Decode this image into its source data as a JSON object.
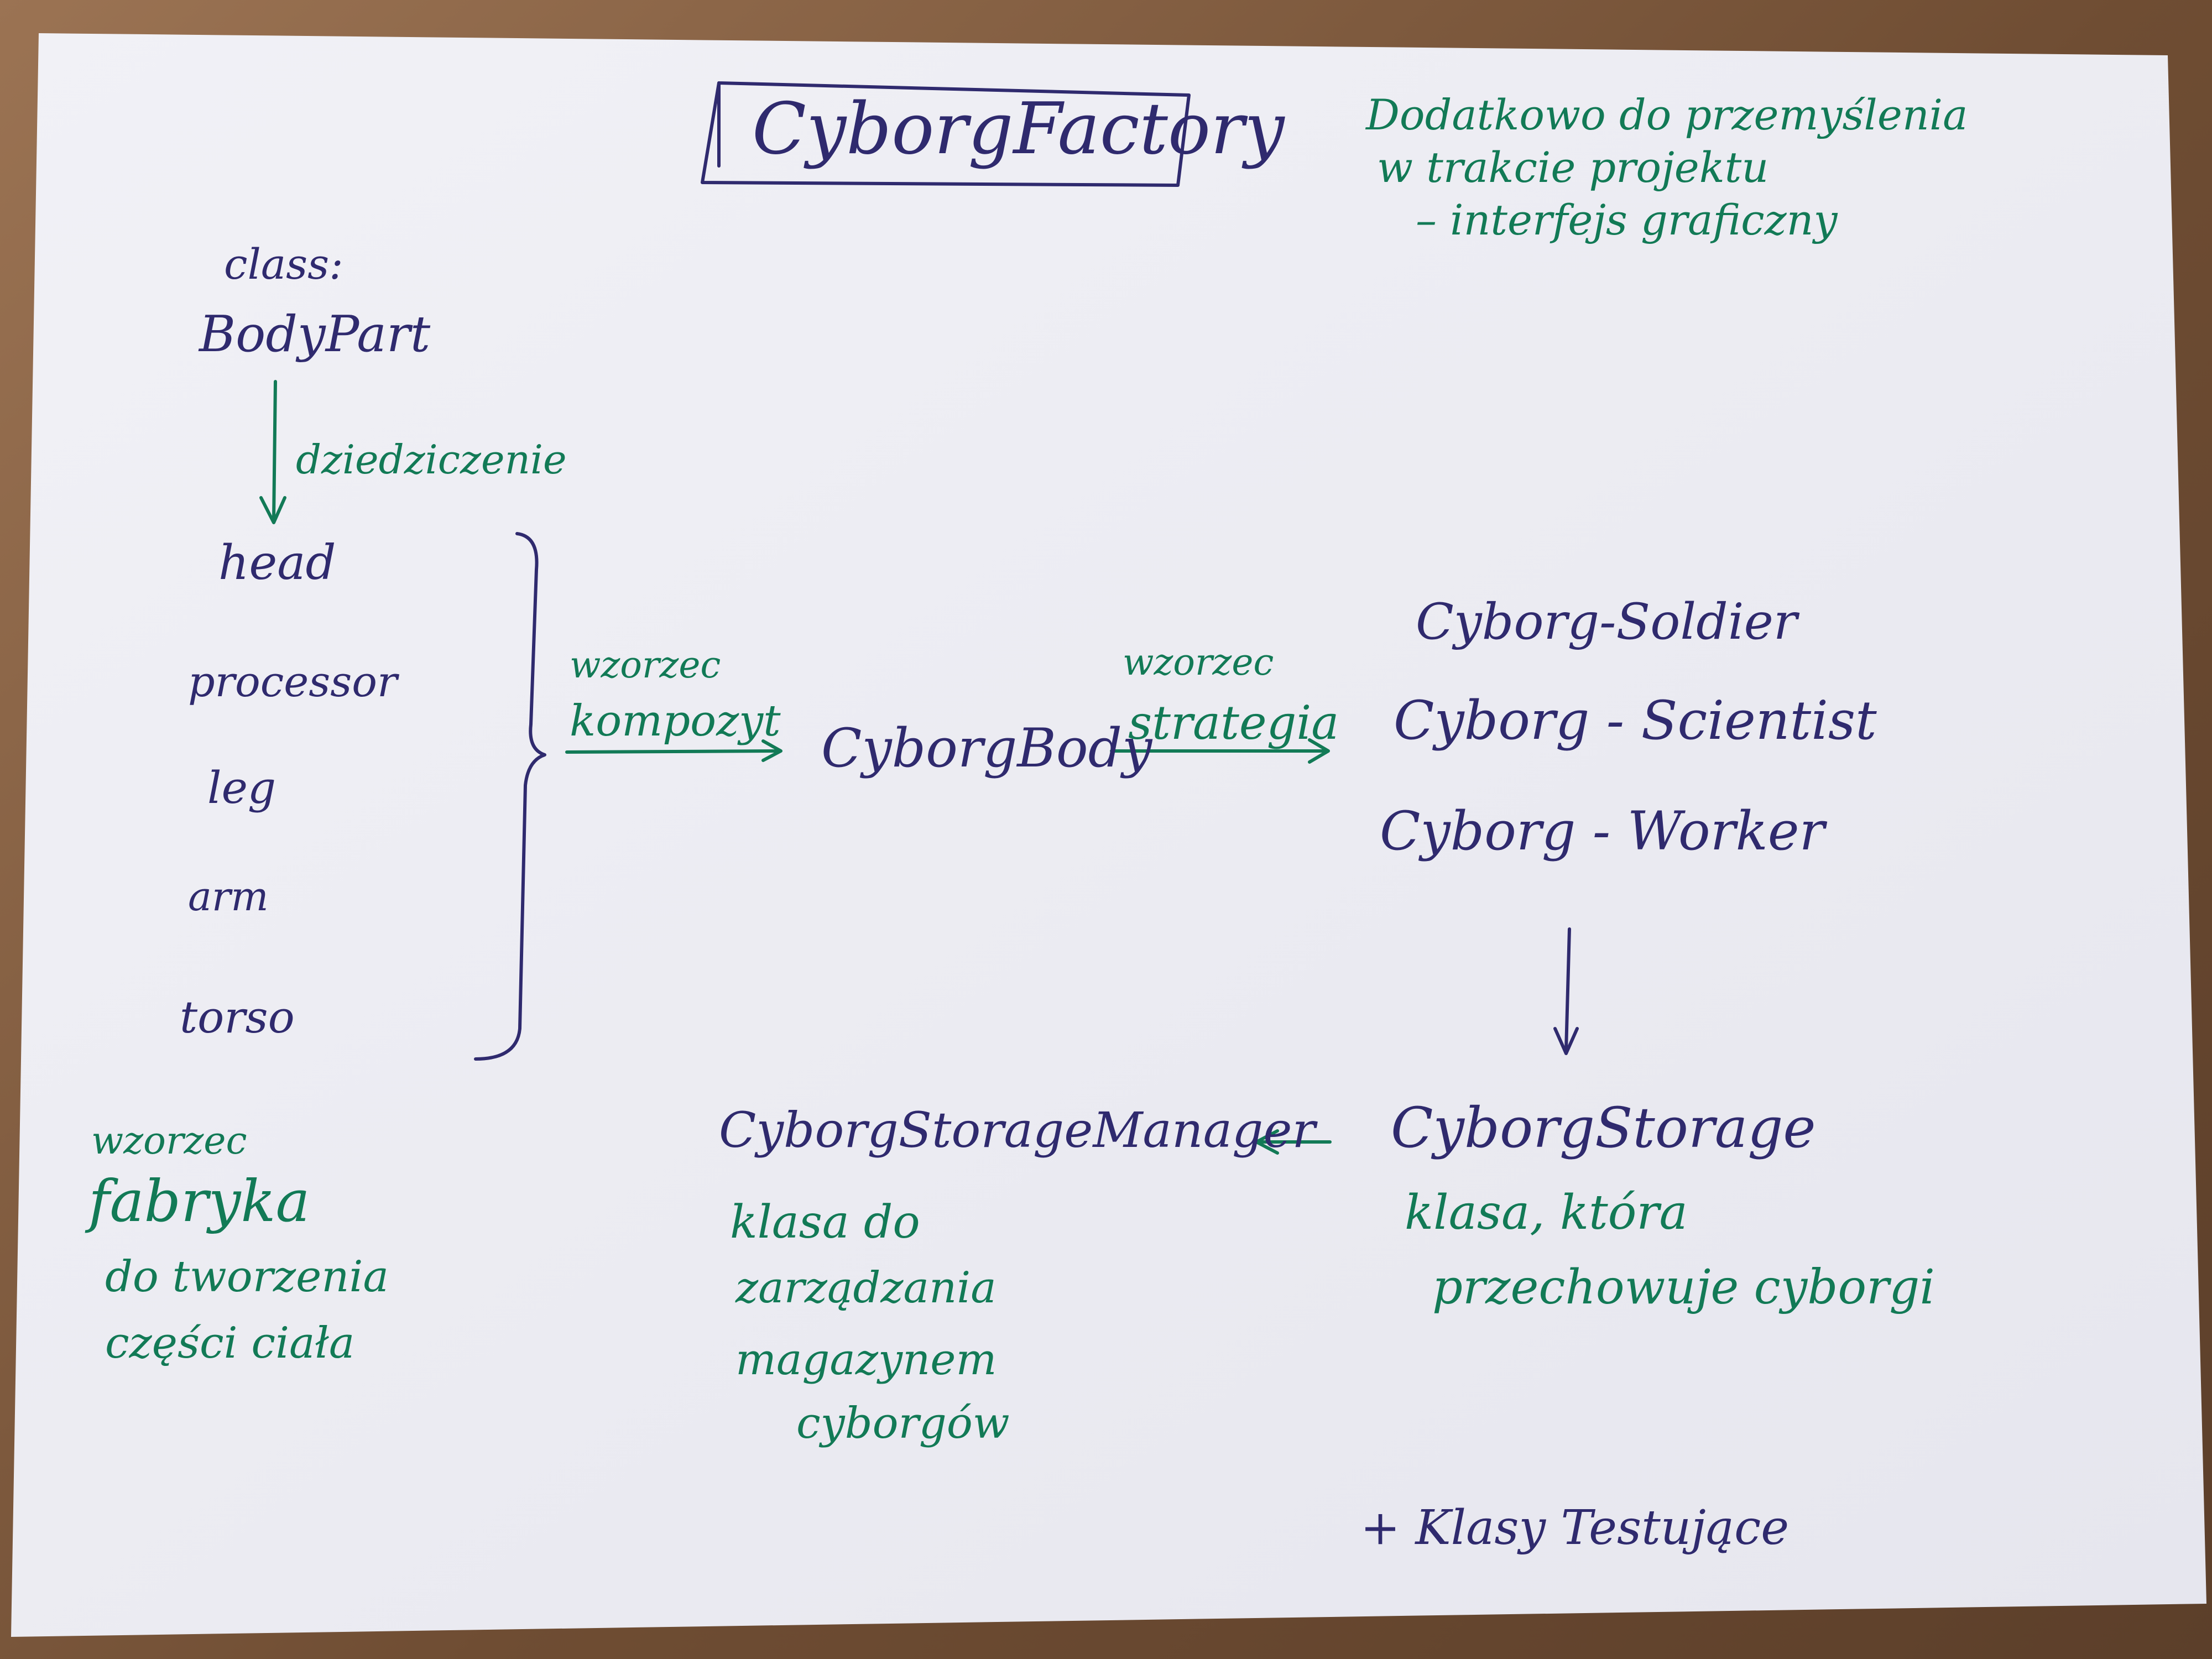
{
  "title": "CyborgFactory",
  "note": {
    "line1": "Dodatkowo do przemyślenia",
    "line2": "w trakcie projektu",
    "line3": "– interfejs graficzny"
  },
  "class_label": "class:",
  "base_class": "BodyPart",
  "inheritance_label": "dziedziczenie",
  "parts": [
    "head",
    "processor",
    "leg",
    "arm",
    "torso"
  ],
  "pattern_composite": {
    "line1": "wzorzec",
    "line2": "kompozyt"
  },
  "cyborg_body": "CyborgBody",
  "pattern_strategy": {
    "line1": "wzorzec",
    "line2": "strategia"
  },
  "cyborg_types": [
    "Cyborg-Soldier",
    "Cyborg - Scientist",
    "Cyborg - Worker"
  ],
  "factory_note": {
    "line1": "wzorzec",
    "line2": "fabryka",
    "line3": "do tworzenia",
    "line4": "części ciała"
  },
  "storage_manager": {
    "name": "CyborgStorageManager",
    "desc1": "klasa do",
    "desc2": "zarządzania",
    "desc3": "magazynem",
    "desc4": "cyborgów"
  },
  "storage": {
    "name": "CyborgStorage",
    "desc1": "klasa, która",
    "desc2": "przechowuje cyborgi"
  },
  "tests": "+ Klasy Testujące",
  "colors": {
    "navy_ink": "#2f2a6e",
    "green_ink": "#127a56",
    "paper": "#eeeef3"
  }
}
